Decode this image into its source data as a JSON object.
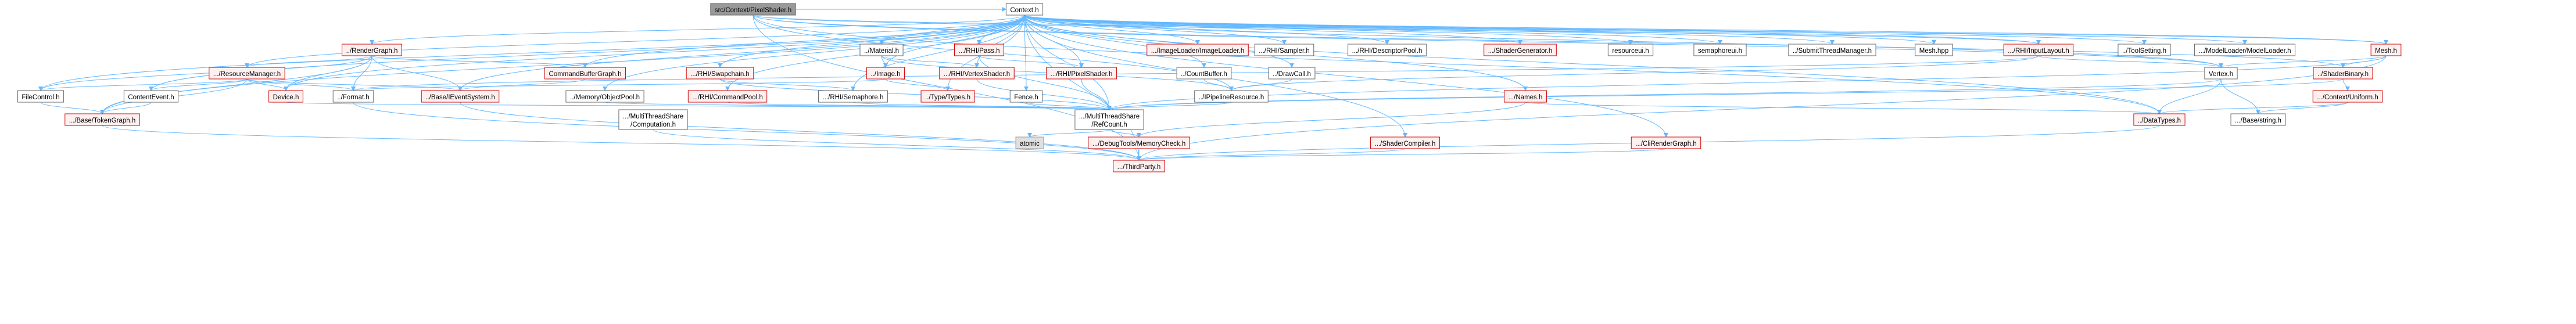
{
  "colors": {
    "root_fill": "#999999",
    "root_stroke": "#666666",
    "node_fill": "#ffffff",
    "node_stroke": "#666666",
    "missing_fill": "#fff0f0",
    "missing_stroke": "#cc0000",
    "system_fill": "#e0e0e0",
    "system_stroke": "#999999",
    "edge": "#63b8ff",
    "arrow": "#63b8ff"
  },
  "nodes": {
    "pixelshader": {
      "lines": [
        "src/Context/PixelShader.h"
      ],
      "kind": "root"
    },
    "context": {
      "lines": [
        "Context.h"
      ],
      "kind": "normal"
    },
    "rendergraph": {
      "lines": [
        "../RenderGraph.h"
      ],
      "kind": "missing"
    },
    "material": {
      "lines": [
        "../Material.h"
      ],
      "kind": "normal"
    },
    "rhi_pass": {
      "lines": [
        ".../RHI/Pass.h"
      ],
      "kind": "missing"
    },
    "imageloader": {
      "lines": [
        ".../ImageLoader/ImageLoader.h"
      ],
      "kind": "missing"
    },
    "rhi_sampler": {
      "lines": [
        ".../RHI/Sampler.h"
      ],
      "kind": "normal"
    },
    "rhi_descpool": {
      "lines": [
        ".../RHI/DescriptorPool.h"
      ],
      "kind": "normal"
    },
    "shadergen": {
      "lines": [
        ".../ShaderGenerator.h"
      ],
      "kind": "missing"
    },
    "resourceui": {
      "lines": [
        "resourceui.h"
      ],
      "kind": "normal"
    },
    "semaphoreui": {
      "lines": [
        "semaphoreui.h"
      ],
      "kind": "normal"
    },
    "submitthread": {
      "lines": [
        "../SubmitThreadManager.h"
      ],
      "kind": "normal"
    },
    "mesh_hpp": {
      "lines": [
        "Mesh.hpp"
      ],
      "kind": "normal"
    },
    "rhi_inputlayout": {
      "lines": [
        ".../RHI/InputLayout.h"
      ],
      "kind": "missing"
    },
    "toolsetting": {
      "lines": [
        "../ToolSetting.h"
      ],
      "kind": "normal"
    },
    "modelloader": {
      "lines": [
        ".../ModelLoader/ModelLoader.h"
      ],
      "kind": "normal"
    },
    "mesh_h": {
      "lines": [
        "Mesh.h"
      ],
      "kind": "missing"
    },
    "resourcemanager": {
      "lines": [
        ".../ResourceManager.h"
      ],
      "kind": "missing"
    },
    "commandbuffergraph": {
      "lines": [
        "CommandBufferGraph.h"
      ],
      "kind": "missing"
    },
    "rhi_swapchain": {
      "lines": [
        ".../RHI/Swapchain.h"
      ],
      "kind": "missing"
    },
    "image": {
      "lines": [
        "../Image.h"
      ],
      "kind": "missing"
    },
    "rhi_vertexshader": {
      "lines": [
        ".../RHI/VertexShader.h"
      ],
      "kind": "missing"
    },
    "rhi_pixelshader": {
      "lines": [
        ".../RHI/PixelShader.h"
      ],
      "kind": "missing"
    },
    "countbuffer": {
      "lines": [
        "../CountBuffer.h"
      ],
      "kind": "normal"
    },
    "drawcall": {
      "lines": [
        "../DrawCall.h"
      ],
      "kind": "normal"
    },
    "vertex": {
      "lines": [
        "Vertex.h"
      ],
      "kind": "normal"
    },
    "shaderbinary": {
      "lines": [
        "../ShaderBinary.h"
      ],
      "kind": "missing"
    },
    "filecontrol": {
      "lines": [
        "FileControl.h"
      ],
      "kind": "normal"
    },
    "contentevent": {
      "lines": [
        "ContentEvent.h"
      ],
      "kind": "normal"
    },
    "device": {
      "lines": [
        "Device.h"
      ],
      "kind": "missing"
    },
    "format": {
      "lines": [
        "../Format.h"
      ],
      "kind": "normal"
    },
    "eventsystem": {
      "lines": [
        "../Base/IEventSystem.h"
      ],
      "kind": "missing"
    },
    "objectpool": {
      "lines": [
        "../Memory/ObjectPool.h"
      ],
      "kind": "normal"
    },
    "rhi_commandpool": {
      "lines": [
        ".../RHI/CommandPool.h"
      ],
      "kind": "missing"
    },
    "rhi_semaphore": {
      "lines": [
        ".../RHI/Semaphore.h"
      ],
      "kind": "normal"
    },
    "typetypes": {
      "lines": [
        "../Type/Types.h"
      ],
      "kind": "missing"
    },
    "fence": {
      "lines": [
        "Fence.h"
      ],
      "kind": "normal"
    },
    "pipelineresource": {
      "lines": [
        "../IPipelineResource.h"
      ],
      "kind": "normal"
    },
    "names": {
      "lines": [
        ".../Names.h"
      ],
      "kind": "missing"
    },
    "uniform": {
      "lines": [
        ".../Context/Uniform.h"
      ],
      "kind": "missing"
    },
    "tokengraph": {
      "lines": [
        ".../Base/TokenGraph.h"
      ],
      "kind": "missing"
    },
    "multithread": {
      "lines": [
        ".../MultiThreadShare",
        "/Computation.h"
      ],
      "kind": "normal"
    },
    "multithreadref": {
      "lines": [
        ".../MultiThreadShare",
        "/RefCount.h"
      ],
      "kind": "normal"
    },
    "datatypes": {
      "lines": [
        "../DataTypes.h"
      ],
      "kind": "missing"
    },
    "basestring": {
      "lines": [
        ".../Base/string.h"
      ],
      "kind": "normal"
    },
    "atomic": {
      "lines": [
        "atomic"
      ],
      "kind": "system"
    },
    "memorycheck": {
      "lines": [
        ".../DebugTools/MemoryCheck.h"
      ],
      "kind": "missing"
    },
    "shadercompiler": {
      "lines": [
        ".../ShaderCompiler.h"
      ],
      "kind": "missing"
    },
    "clirendergraph": {
      "lines": [
        ".../CliRenderGraph.h"
      ],
      "kind": "missing"
    },
    "thirdparty": {
      "lines": [
        ".../ThirdParty.h"
      ],
      "kind": "missing"
    }
  },
  "edges": [
    [
      "pixelshader",
      "context"
    ],
    [
      "pixelshader",
      "mesh_h"
    ],
    [
      "pixelshader",
      "vertex"
    ],
    [
      "pixelshader",
      "shaderbinary"
    ],
    [
      "pixelshader",
      "datatypes"
    ],
    [
      "pixelshader",
      "thirdparty"
    ],
    [
      "pixelshader",
      "rhi_inputlayout"
    ],
    [
      "pixelshader",
      "pipelineresource"
    ],
    [
      "context",
      "rendergraph"
    ],
    [
      "context",
      "material"
    ],
    [
      "context",
      "rhi_pass"
    ],
    [
      "context",
      "imageloader"
    ],
    [
      "context",
      "rhi_sampler"
    ],
    [
      "context",
      "rhi_descpool"
    ],
    [
      "context",
      "shadergen"
    ],
    [
      "context",
      "resourceui"
    ],
    [
      "context",
      "semaphoreui"
    ],
    [
      "context",
      "submitthread"
    ],
    [
      "context",
      "mesh_hpp"
    ],
    [
      "context",
      "rhi_inputlayout"
    ],
    [
      "context",
      "toolsetting"
    ],
    [
      "context",
      "modelloader"
    ],
    [
      "context",
      "mesh_h"
    ],
    [
      "context",
      "resourcemanager"
    ],
    [
      "context",
      "commandbuffergraph"
    ],
    [
      "context",
      "rhi_swapchain"
    ],
    [
      "context",
      "image"
    ],
    [
      "context",
      "rhi_vertexshader"
    ],
    [
      "context",
      "rhi_pixelshader"
    ],
    [
      "context",
      "countbuffer"
    ],
    [
      "context",
      "drawcall"
    ],
    [
      "context",
      "vertex"
    ],
    [
      "context",
      "filecontrol"
    ],
    [
      "context",
      "contentevent"
    ],
    [
      "context",
      "device"
    ],
    [
      "context",
      "eventsystem"
    ],
    [
      "context",
      "objectpool"
    ],
    [
      "context",
      "rhi_commandpool"
    ],
    [
      "context",
      "rhi_semaphore"
    ],
    [
      "context",
      "typetypes"
    ],
    [
      "context",
      "fence"
    ],
    [
      "context",
      "names"
    ],
    [
      "context",
      "tokengraph"
    ],
    [
      "context",
      "multithreadref"
    ],
    [
      "context",
      "datatypes"
    ],
    [
      "context",
      "shadercompiler"
    ],
    [
      "context",
      "clirendergraph"
    ],
    [
      "context",
      "thirdparty"
    ],
    [
      "rendergraph",
      "resourcemanager"
    ],
    [
      "rendergraph",
      "commandbuffergraph"
    ],
    [
      "rendergraph",
      "filecontrol"
    ],
    [
      "rendergraph",
      "device"
    ],
    [
      "rendergraph",
      "format"
    ],
    [
      "rendergraph",
      "eventsystem"
    ],
    [
      "rendergraph",
      "tokengraph"
    ],
    [
      "resourcemanager",
      "filecontrol"
    ],
    [
      "resourcemanager",
      "contentevent"
    ],
    [
      "resourcemanager",
      "device"
    ],
    [
      "resourcemanager",
      "format"
    ],
    [
      "resourcemanager",
      "eventsystem"
    ],
    [
      "resourcemanager",
      "tokengraph"
    ],
    [
      "commandbuffergraph",
      "eventsystem"
    ],
    [
      "rhi_swapchain",
      "rhi_semaphore"
    ],
    [
      "rhi_swapchain",
      "multithreadref"
    ],
    [
      "material",
      "image"
    ],
    [
      "material",
      "rhi_vertexshader"
    ],
    [
      "material",
      "pipelineresource"
    ],
    [
      "rhi_pass",
      "rhi_pixelshader"
    ],
    [
      "rhi_pass",
      "multithreadref"
    ],
    [
      "image",
      "format"
    ],
    [
      "image",
      "typetypes"
    ],
    [
      "rhi_vertexshader",
      "multithreadref"
    ],
    [
      "rhi_pixelshader",
      "multithreadref"
    ],
    [
      "countbuffer",
      "pipelineresource"
    ],
    [
      "drawcall",
      "pipelineresource"
    ],
    [
      "rhi_inputlayout",
      "vertex"
    ],
    [
      "rhi_inputlayout",
      "format"
    ],
    [
      "rhi_inputlayout",
      "pipelineresource"
    ],
    [
      "mesh_h",
      "vertex"
    ],
    [
      "mesh_h",
      "shaderbinary"
    ],
    [
      "mesh_h",
      "multithreadref"
    ],
    [
      "mesh_h",
      "thirdparty"
    ],
    [
      "vertex",
      "datatypes"
    ],
    [
      "vertex",
      "basestring"
    ],
    [
      "vertex",
      "multithreadref"
    ],
    [
      "shaderbinary",
      "uniform"
    ],
    [
      "shaderbinary",
      "multithreadref"
    ],
    [
      "uniform",
      "datatypes"
    ],
    [
      "uniform",
      "basestring"
    ],
    [
      "filecontrol",
      "tokengraph"
    ],
    [
      "contentevent",
      "tokengraph"
    ],
    [
      "device",
      "multithreadref"
    ],
    [
      "format",
      "thirdparty"
    ],
    [
      "eventsystem",
      "thirdparty"
    ],
    [
      "objectpool",
      "multithreadref"
    ],
    [
      "rhi_commandpool",
      "multithreadref"
    ],
    [
      "rhi_semaphore",
      "multithreadref"
    ],
    [
      "fence",
      "multithreadref"
    ],
    [
      "pipelineresource",
      "multithreadref"
    ],
    [
      "names",
      "datatypes"
    ],
    [
      "names",
      "memorycheck"
    ],
    [
      "tokengraph",
      "thirdparty"
    ],
    [
      "multithreadref",
      "atomic"
    ],
    [
      "multithreadref",
      "memorycheck"
    ],
    [
      "multithread",
      "thirdparty"
    ],
    [
      "datatypes",
      "thirdparty"
    ],
    [
      "memorycheck",
      "thirdparty"
    ],
    [
      "shadercompiler",
      "thirdparty"
    ],
    [
      "clirendergraph",
      "thirdparty"
    ]
  ]
}
